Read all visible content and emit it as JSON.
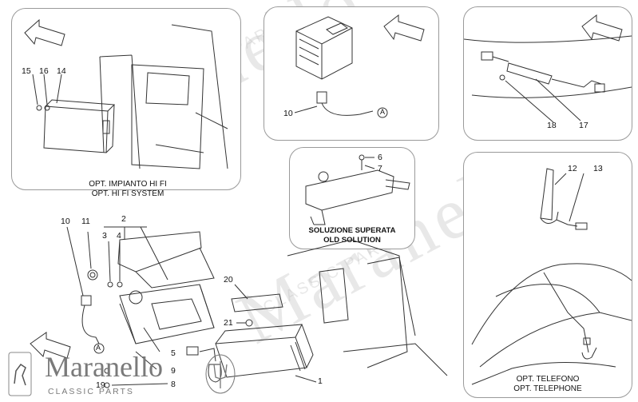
{
  "watermark": {
    "brand": "Maranello",
    "sub": "CLASSIC PARTS"
  },
  "panels": {
    "hifi": {
      "caption_it": "OPT. IMPIANTO HI FI",
      "caption_en": "OPT. HI FI SYSTEM"
    },
    "nav": {},
    "antenna_module": {},
    "old_solution": {
      "caption_it": "SOLUZIONE SUPERATA",
      "caption_en": "OLD SOLUTION"
    },
    "telephone": {
      "caption_it": "OPT. TELEFONO",
      "caption_en": "OPT. TELEPHONE"
    }
  },
  "labels": {
    "l15": "15",
    "l16": "16",
    "l14": "14",
    "l10a": "10",
    "connA1": "A",
    "l18": "18",
    "l17": "17",
    "l6": "6",
    "l7": "7",
    "l12": "12",
    "l13": "13",
    "l10b": "10",
    "l11": "11",
    "l2": "2",
    "l3": "3",
    "l4": "4",
    "connA2": "A",
    "l20": "20",
    "l21": "21",
    "l5": "5",
    "l9": "9",
    "l8": "8",
    "l19": "19",
    "l1": "1"
  },
  "logo": {
    "name": "Maranello",
    "tagline": "CLASSIC PARTS"
  },
  "colors": {
    "line": "#333333",
    "panel_border": "#9a9a9a",
    "watermark": "#bebebe",
    "accent_red": "#c8102e"
  },
  "icons": [
    "arrow-icon",
    "ferrari-horse-icon",
    "maserati-trident-icon"
  ]
}
